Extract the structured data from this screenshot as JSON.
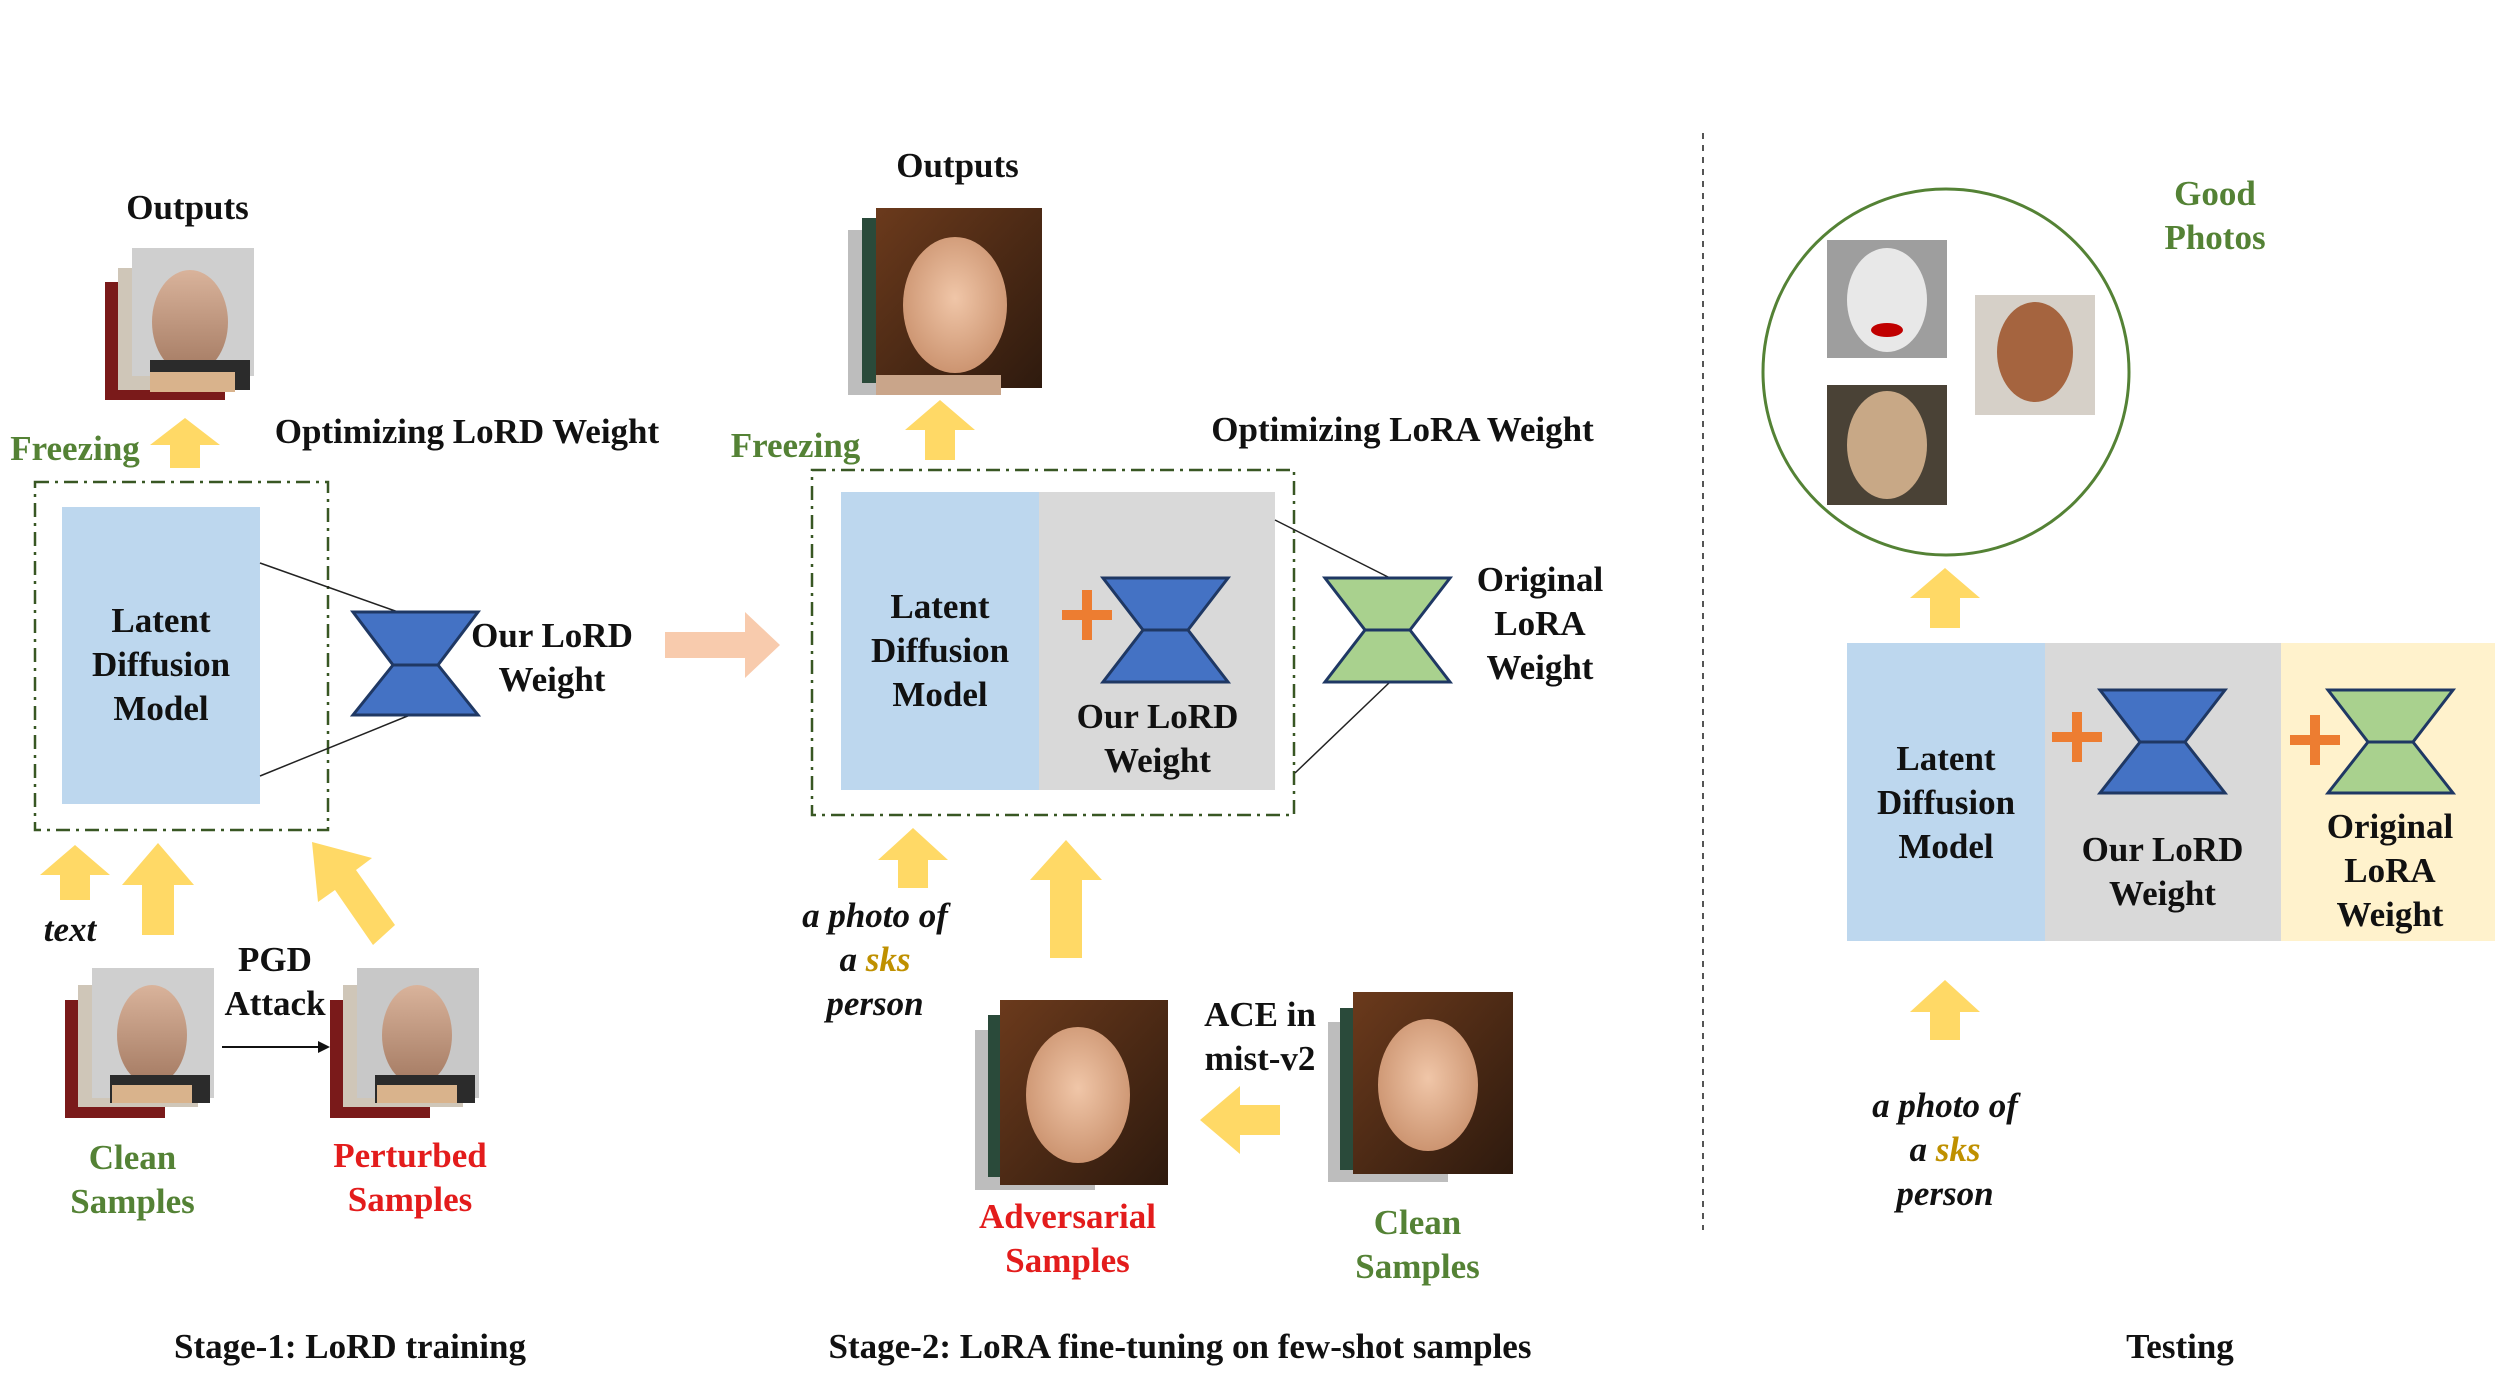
{
  "colors": {
    "ldm_blue": "#bdd7ee",
    "lord_gray": "#d9d9d9",
    "lora_cream": "#fff2cc",
    "lord_weight_blue": "#4472c4",
    "lora_weight_green": "#a9d18e",
    "arrow_yellow": "#ffd966",
    "arrow_orange": "#f8cbad",
    "plus_orange": "#ed7d31",
    "label_green": "#548235",
    "label_red": "#e31c1c",
    "sks_gold": "#bf9000"
  },
  "stage1": {
    "outputs": "Outputs",
    "freezing": "Freezing",
    "optimizing": "Optimizing LoRD Weight",
    "ldm": [
      "Latent",
      "Diffusion",
      "Model"
    ],
    "weight": [
      "Our LoRD",
      "Weight"
    ],
    "text_label": "text",
    "pgd": [
      "PGD",
      "Attack"
    ],
    "clean": [
      "Clean",
      "Samples"
    ],
    "perturbed": [
      "Perturbed",
      "Samples"
    ],
    "caption": "Stage-1:  LoRD training"
  },
  "stage2": {
    "outputs": "Outputs",
    "freezing": "Freezing",
    "optimizing": "Optimizing LoRA Weight",
    "ldm": [
      "Latent",
      "Diffusion",
      "Model"
    ],
    "lord_weight": [
      "Our LoRD",
      "Weight"
    ],
    "lora_weight": [
      "Original",
      "LoRA",
      "Weight"
    ],
    "prompt": {
      "line1": "a photo of",
      "line2_a": "a",
      "line2_sks": "sks",
      "line3": "person"
    },
    "ace": [
      "ACE in",
      "mist-v2"
    ],
    "adversarial": [
      "Adversarial",
      "Samples"
    ],
    "clean": [
      "Clean",
      "Samples"
    ],
    "caption": "Stage-2: LoRA fine-tuning on few-shot samples"
  },
  "testing": {
    "good_photos": [
      "Good",
      "Photos"
    ],
    "ldm": [
      "Latent",
      "Diffusion",
      "Model"
    ],
    "lord_weight": [
      "Our LoRD",
      "Weight"
    ],
    "lora_weight": [
      "Original",
      "LoRA",
      "Weight"
    ],
    "prompt": {
      "line1": "a photo of",
      "line2_a": "a",
      "line2_sks": "sks",
      "line3": "person"
    },
    "caption": "Testing"
  }
}
